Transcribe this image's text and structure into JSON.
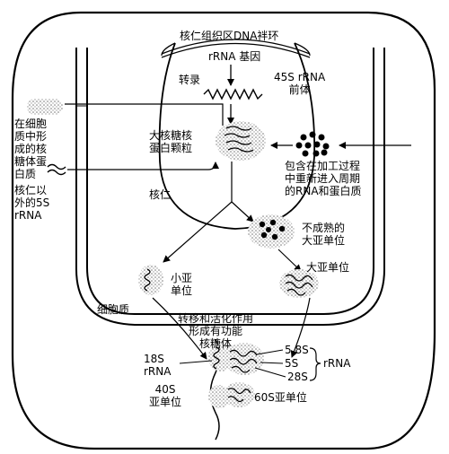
{
  "labels": {
    "nucleolar_organizer": "核仁组织区DNA袢环",
    "rrna_gene": "rRNA 基因",
    "transcription": "转录",
    "precursor_45s": "45S rRNA\n前体",
    "cytoplasm_ribosomal_proteins": "在细胞\n质中形\n成的核\n糖体蛋\n白质",
    "rrna_5s_outside": "核仁以\n外的5S\nrRNA",
    "large_rnp": "大核糖核\n蛋白颗粒",
    "reentering_rna_protein": "包含在加工过程\n中重新进入周期\n的RNA和蛋白质",
    "nucleolus": "核仁",
    "immature_large_subunit": "不成熟的\n大亚单位",
    "small_subunit": "小亚\n单位",
    "large_subunit": "大亚单位",
    "cytoplasm": "细胞质",
    "transport_activation": "转移和活化作用\n形成有功能\n核糖体",
    "rrna_18s": "18S\nrRNA",
    "rrna_58s": "5.8S",
    "rrna_5s": "5S",
    "rrna_28s": "28S",
    "rrna_group": "rRNA",
    "subunit_40s": "40S\n亚单位",
    "subunit_60s": "60S亚单位"
  },
  "colors": {
    "line": "#000000",
    "stipple": "#9a9a9a",
    "background": "#ffffff"
  }
}
